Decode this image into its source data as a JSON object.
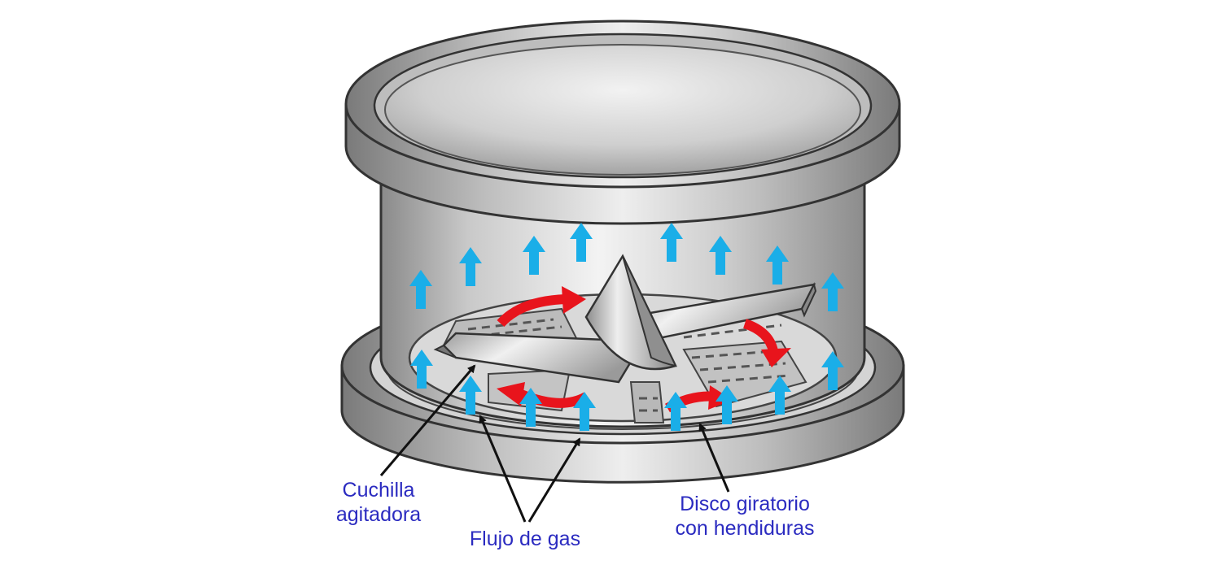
{
  "labels": {
    "blade": {
      "line1": "Cuchilla",
      "line2": "agitadora"
    },
    "gas": {
      "line1": "Flujo de gas"
    },
    "disc": {
      "line1": "Disco giratorio",
      "line2": "con hendiduras"
    }
  },
  "colors": {
    "label_text": "#2b2bc0",
    "gas_arrow": "#1aaee8",
    "rotation_arrow": "#e8141c",
    "pointer": "#111111",
    "metal_dark": "#7f7f7f",
    "metal_light": "#ececec"
  },
  "icons": {
    "gas_flow": "up-arrow-icon",
    "rotation": "curved-arrow-icon",
    "pointer": "pointer-arrow-icon"
  }
}
